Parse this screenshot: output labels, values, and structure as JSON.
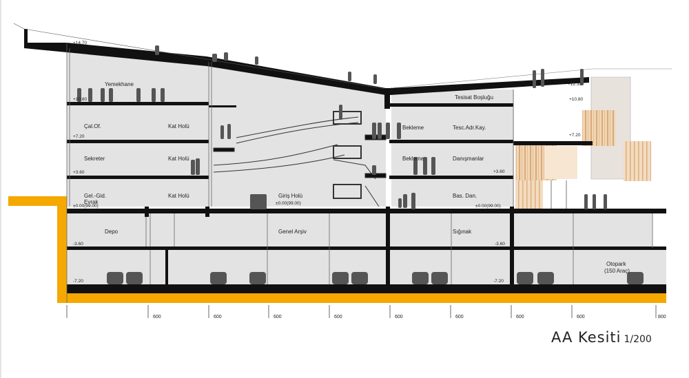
{
  "drawing": {
    "title": "AA Kesiti",
    "scale": "1/200",
    "rooms": [
      {
        "key": "yemekhane",
        "label": "Yemekhane"
      },
      {
        "key": "cal_of",
        "label": "Çal.Of."
      },
      {
        "key": "kat_holu_3",
        "label": "Kat Holü"
      },
      {
        "key": "sekreter",
        "label": "Sekreter"
      },
      {
        "key": "kat_holu_2",
        "label": "Kat Holü"
      },
      {
        "key": "gel_gid_1",
        "label": "Gel.-Gid."
      },
      {
        "key": "gel_gid_2",
        "label": "Evrak"
      },
      {
        "key": "kat_holu_1",
        "label": "Kat Holü"
      },
      {
        "key": "giris_holu",
        "label": "Giriş Holü"
      },
      {
        "key": "tesisat",
        "label": "Tesisat Boşluğu"
      },
      {
        "key": "bekleme_3",
        "label": "Bekleme"
      },
      {
        "key": "tesc",
        "label": "Tesc.Adr.Kay."
      },
      {
        "key": "bekleme_2",
        "label": "Bekleme"
      },
      {
        "key": "danismanlar",
        "label": "Danışmanlar"
      },
      {
        "key": "bas_dan",
        "label": "Bas. Dan."
      },
      {
        "key": "depo",
        "label": "Depo"
      },
      {
        "key": "genel_arsiv",
        "label": "Genel Arşiv"
      },
      {
        "key": "siginak",
        "label": "Sığınak"
      },
      {
        "key": "otopark_1",
        "label": "Otopark"
      },
      {
        "key": "otopark_2",
        "label": "(150 Araç)"
      }
    ],
    "levels": [
      {
        "key": "l1470",
        "label": "+14.70"
      },
      {
        "key": "l1080a",
        "label": "+10.80"
      },
      {
        "key": "l720a",
        "label": "+7.20"
      },
      {
        "key": "l360a",
        "label": "+3.60"
      },
      {
        "key": "l000a",
        "label": "±0.00(99.00)"
      },
      {
        "key": "l000b",
        "label": "±0.00(99.00)"
      },
      {
        "key": "l000c",
        "label": "±0.00(99.00)"
      },
      {
        "key": "l1230",
        "label": "+12.30"
      },
      {
        "key": "l1080b",
        "label": "+10.80"
      },
      {
        "key": "l720b",
        "label": "+7.20"
      },
      {
        "key": "l360b",
        "label": "+3.60"
      },
      {
        "key": "lm360a",
        "label": "-3.60"
      },
      {
        "key": "lm360b",
        "label": "-3.60"
      },
      {
        "key": "lm720a",
        "label": "-7.20"
      },
      {
        "key": "lm720b",
        "label": "-7.20"
      }
    ],
    "dimensions": [
      "600",
      "600",
      "600",
      "600",
      "600",
      "600",
      "600",
      "600",
      "800"
    ]
  }
}
